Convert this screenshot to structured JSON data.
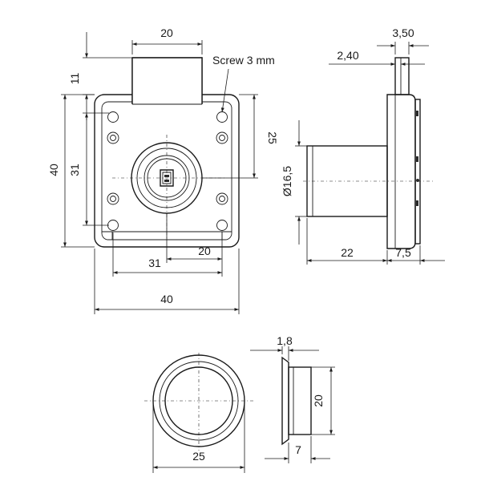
{
  "dimensions": {
    "front": {
      "top_width": "20",
      "top_height": "11",
      "screw_note": "Screw 3 mm",
      "outer_height": "40",
      "hole_spacing_v": "31",
      "cyl_offset_v": "25",
      "hole_spacing_h": "31",
      "cyl_offset_h": "20",
      "outer_width": "40"
    },
    "side": {
      "cap_thickness": "3,50",
      "plate_offset": "2,40",
      "cylinder_diameter": "Ø16,5",
      "body_length": "22",
      "cap_length": "7,5"
    },
    "strike": {
      "diameter": "25",
      "flange": "1,8",
      "height": "20",
      "depth": "7"
    }
  }
}
